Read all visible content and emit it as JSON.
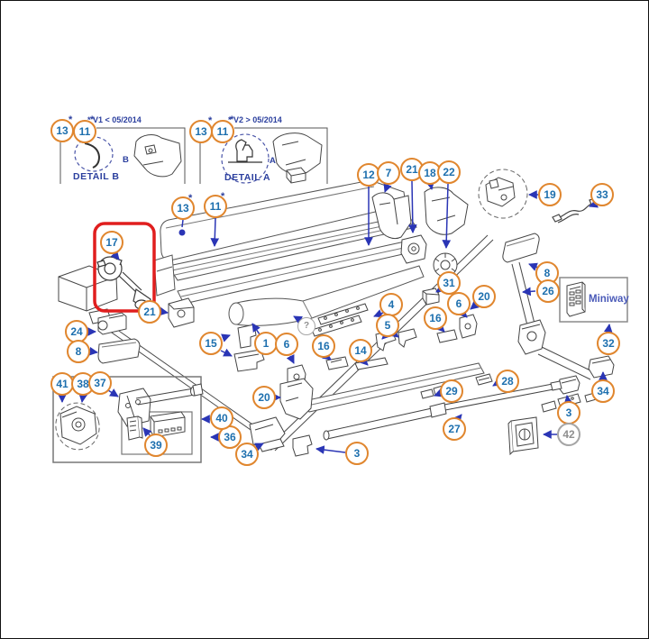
{
  "diagram": {
    "type": "exploded-parts-diagram",
    "highlighted_part": "17",
    "colors": {
      "callout_ring": "#e0862e",
      "callout_number": "#1d6fae",
      "leader": "#2a35b5",
      "linework": "#4a4a4a",
      "highlight_box": "#e01e1e",
      "detail_text": "#2b3f9e",
      "miniway_text": "#4a5ab8",
      "gray_callout": "#a5a5a5"
    }
  },
  "texts": {
    "detail_b": {
      "version": "* V1 < 05/2014",
      "caption": "DETAIL B",
      "letter": "B"
    },
    "detail_a": {
      "version": "* V2 > 05/2014",
      "caption": "DETAIL A",
      "letter": "A"
    },
    "miniway_label": "Miniway"
  },
  "symbols": {
    "asterisk": "*"
  },
  "callouts": {
    "detail_b_13": {
      "label": "13"
    },
    "detail_b_11": {
      "label": "11"
    },
    "detail_a_13": {
      "label": "13"
    },
    "detail_a_11": {
      "label": "11"
    },
    "main_13": {
      "label": "13"
    },
    "main_11": {
      "label": "11"
    },
    "p17": {
      "label": "17"
    },
    "p12": {
      "label": "12"
    },
    "p7": {
      "label": "7"
    },
    "p21_top": {
      "label": "21"
    },
    "p18": {
      "label": "18"
    },
    "p22": {
      "label": "22"
    },
    "p19": {
      "label": "19"
    },
    "p33": {
      "label": "33"
    },
    "p8_right": {
      "label": "8"
    },
    "p26": {
      "label": "26"
    },
    "p32": {
      "label": "32"
    },
    "p34_right": {
      "label": "34"
    },
    "p24": {
      "label": "24"
    },
    "p8_left": {
      "label": "8"
    },
    "p21_left": {
      "label": "21"
    },
    "p15": {
      "label": "15"
    },
    "p1": {
      "label": "1"
    },
    "p6_left": {
      "label": "6"
    },
    "unknown": {
      "label": "?"
    },
    "p16_left": {
      "label": "16"
    },
    "p14": {
      "label": "14"
    },
    "p4": {
      "label": "4"
    },
    "p5": {
      "label": "5"
    },
    "p16_right": {
      "label": "16"
    },
    "p6_right": {
      "label": "6"
    },
    "p31": {
      "label": "31"
    },
    "p20_right": {
      "label": "20"
    },
    "p20_bottom": {
      "label": "20"
    },
    "p29": {
      "label": "29"
    },
    "p28": {
      "label": "28"
    },
    "p27": {
      "label": "27"
    },
    "p3_right": {
      "label": "3"
    },
    "p42": {
      "label": "42"
    },
    "p3_bottom": {
      "label": "3"
    },
    "p34_bottom_left": {
      "label": "34"
    },
    "p36": {
      "label": "36"
    },
    "p40": {
      "label": "40"
    },
    "p41": {
      "label": "41"
    },
    "p38": {
      "label": "38"
    },
    "p37": {
      "label": "37"
    },
    "p39": {
      "label": "39"
    }
  }
}
